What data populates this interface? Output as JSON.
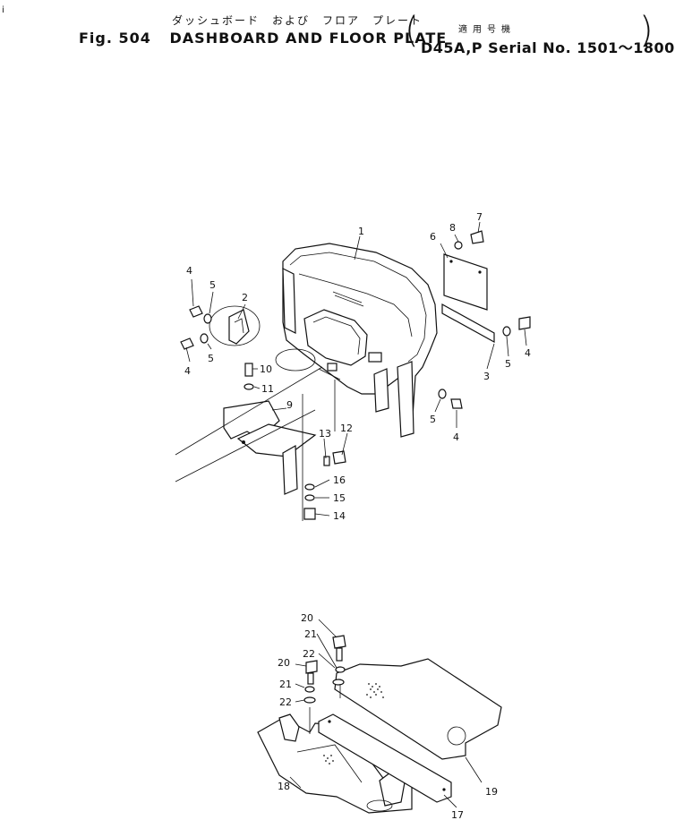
{
  "header": {
    "japanese_title": "ダッシュボード　および　フロア　プレート",
    "japanese_applicable": "適用号機",
    "fig_label": "Fig. 504",
    "title": "DASHBOARD AND FLOOR PLATE",
    "serial_info": "D45A,P Serial No. 1501～1800",
    "open_paren": "(",
    "close_paren": ")"
  },
  "margin_mark": "i",
  "callouts": {
    "c1": "1",
    "c2": "2",
    "c3": "3",
    "c4a": "4",
    "c4b": "4",
    "c4c": "4",
    "c4d": "4",
    "c5a": "5",
    "c5b": "5",
    "c5c": "5",
    "c5d": "5",
    "c6": "6",
    "c7": "7",
    "c8": "8",
    "c9": "9",
    "c10": "10",
    "c11": "11",
    "c12": "12",
    "c13": "13",
    "c14": "14",
    "c15": "15",
    "c16": "16",
    "c17": "17",
    "c18": "18",
    "c19": "19",
    "c20a": "20",
    "c20b": "20",
    "c21a": "21",
    "c21b": "21",
    "c22a": "22",
    "c22b": "22"
  }
}
